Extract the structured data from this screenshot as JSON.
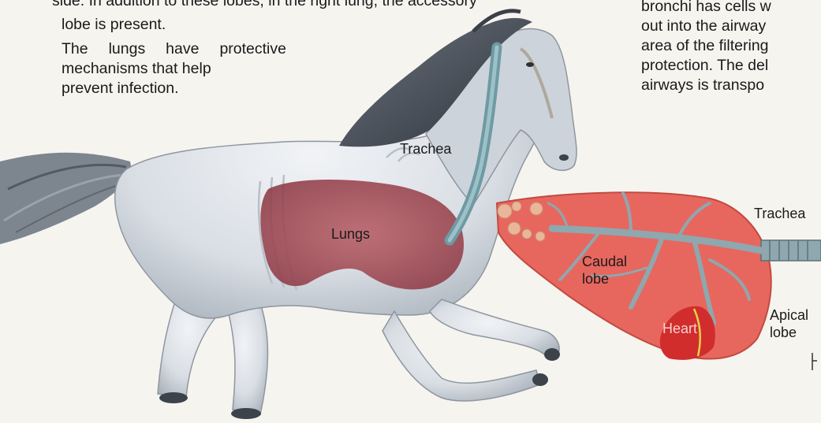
{
  "intro": {
    "cut_line": "side. In addition to these lobes, in the right lung, the accessory",
    "line2": "lobe is present.",
    "para2_words": [
      "The",
      "lungs",
      "have",
      "protective"
    ],
    "para2_line2": "mechanisms that help",
    "para2_line3": "prevent infection."
  },
  "side_text": {
    "lines": [
      "bronchi has cells w",
      "out into the airway",
      "area of the filtering",
      "protection. The del",
      "airways is transpo"
    ]
  },
  "horse_labels": {
    "trachea": "Trachea",
    "lungs": "Lungs"
  },
  "lung_labels": {
    "trachea": "Trachea",
    "caudal_lobe": "Caudal\nlobe",
    "caudal_1": "Caudal",
    "caudal_2": "lobe",
    "heart": "Heart",
    "apical_1": "Apical",
    "apical_2": "lobe"
  },
  "colors": {
    "lung_fill": "#e7675e",
    "lung_edge": "#c24a40",
    "bronchi": "#8fa7ae",
    "heart": "#d22d2d",
    "horse_body": "#e1e5ea",
    "horse_shade": "#a9b2bb",
    "mane": "#4e5661"
  }
}
